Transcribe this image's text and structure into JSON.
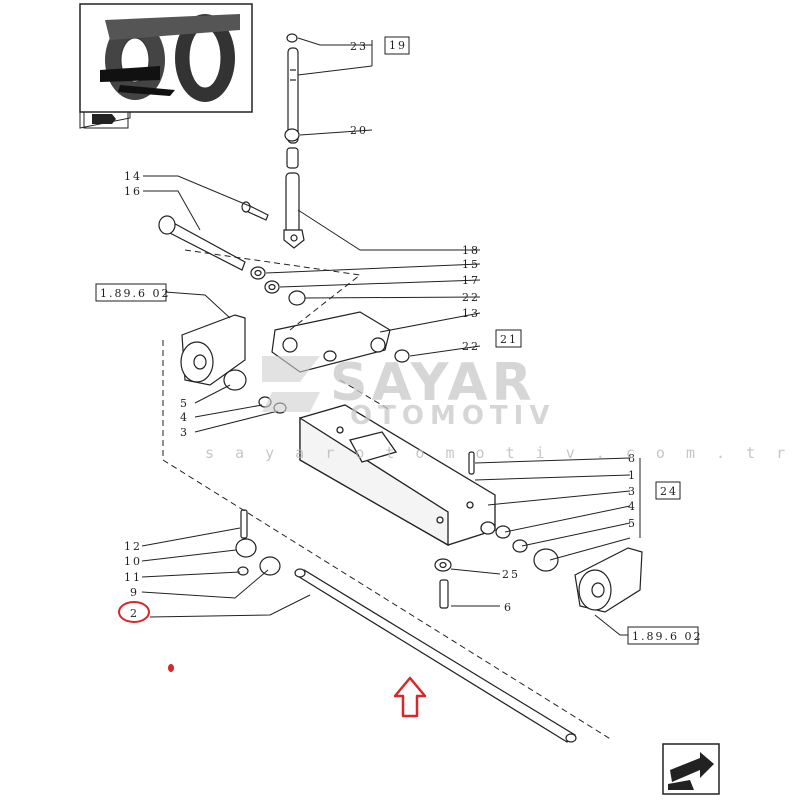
{
  "diagram": {
    "labels": {
      "l23": "23",
      "l19": "19",
      "l20": "20",
      "l14": "14",
      "l16": "16",
      "l18": "18",
      "l15": "15",
      "l17": "17",
      "l22a": "22",
      "l13": "13",
      "l22b": "22",
      "l21": "21",
      "ref_left": "1.89.6 02",
      "l5a": "5",
      "l4a": "4",
      "l3a": "3",
      "l8": "8",
      "l1": "1",
      "l3b": "3",
      "l4b": "4",
      "l5b": "5",
      "l24": "24",
      "l12": "12",
      "l10": "10",
      "l11": "11",
      "l9": "9",
      "l2": "2",
      "l25": "25",
      "l6": "6",
      "ref_right": "1.89.6 02"
    },
    "watermark": {
      "brand": "SAYAR",
      "sub": "OTOMOTIV",
      "url": "s a y a r o t o m o t i v . c o m . t r"
    },
    "colors": {
      "line": "#222222",
      "highlight": "#d62828",
      "watermark": "#c9c9c9"
    },
    "icons": [
      "tractor-thumbnail",
      "page-flag-icon",
      "next-page-arrow-icon",
      "up-arrow-icon"
    ]
  }
}
